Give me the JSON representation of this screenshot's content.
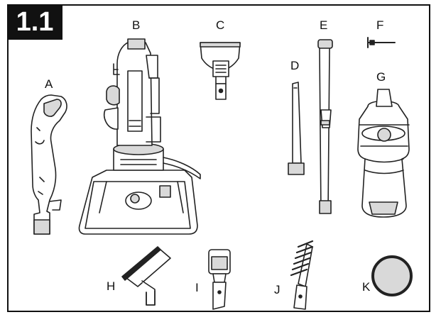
{
  "section_badge": "1.1",
  "parts": [
    {
      "id": "A",
      "label": "A"
    },
    {
      "id": "B",
      "label": "B"
    },
    {
      "id": "C",
      "label": "C"
    },
    {
      "id": "D",
      "label": "D"
    },
    {
      "id": "E",
      "label": "E"
    },
    {
      "id": "F",
      "label": "F"
    },
    {
      "id": "G",
      "label": "G"
    },
    {
      "id": "H",
      "label": "H"
    },
    {
      "id": "I",
      "label": "I"
    },
    {
      "id": "J",
      "label": "J"
    },
    {
      "id": "K",
      "label": "K"
    }
  ],
  "colors": {
    "line": "#222222",
    "fill_light": "#d9d9d9",
    "fill_white": "#ffffff",
    "badge": "#111111"
  }
}
